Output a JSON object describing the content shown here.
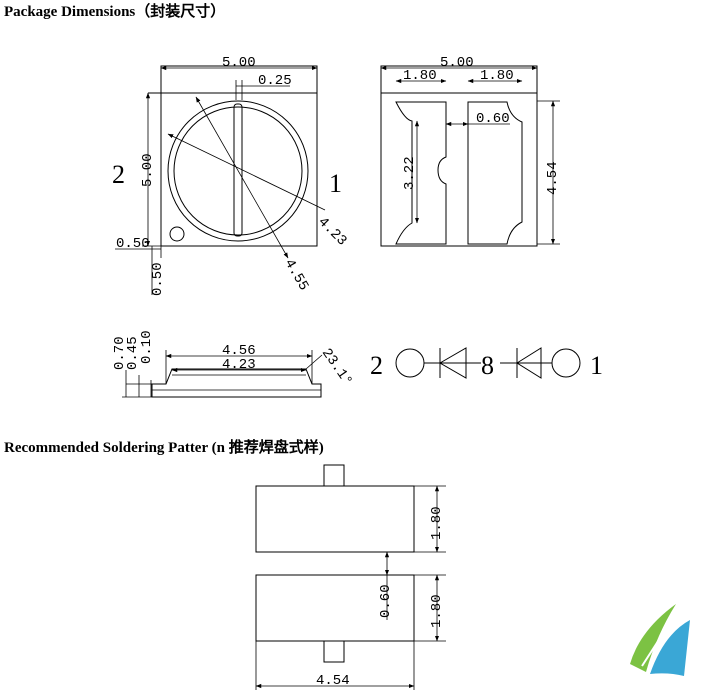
{
  "headings": {
    "package": "Package Dimensions（封装尺寸）",
    "soldering": "Recommended Soldering Patter (n 推荐焊盘式样)"
  },
  "top_view": {
    "width": "5.00",
    "height": "5.00",
    "center_gap": "0.25",
    "inner_circle": "4.23",
    "outer_circle": "4.55",
    "corner_x": "0.50",
    "corner_y": "0.50",
    "pin_left": "2",
    "pin_right": "1"
  },
  "bottom_view": {
    "width": "5.00",
    "pad_left": "1.80",
    "pad_right": "1.80",
    "gap": "0.60",
    "pad_height": "3.22",
    "total_height": "4.54"
  },
  "side_view": {
    "h1": "0.70",
    "h2": "0.45",
    "h3": "0.10",
    "outer_width": "4.56",
    "inner_width": "4.23",
    "angle": "23.1°"
  },
  "schematic": {
    "pin_left": "2",
    "middle": "8",
    "pin_right": "1"
  },
  "soldering": {
    "pad_height_top": "1.80",
    "pad_height_bottom": "1.80",
    "gap": "0.60",
    "width": "4.54"
  },
  "logo": {
    "colors": [
      "#3aa7d6",
      "#7cc243"
    ]
  }
}
